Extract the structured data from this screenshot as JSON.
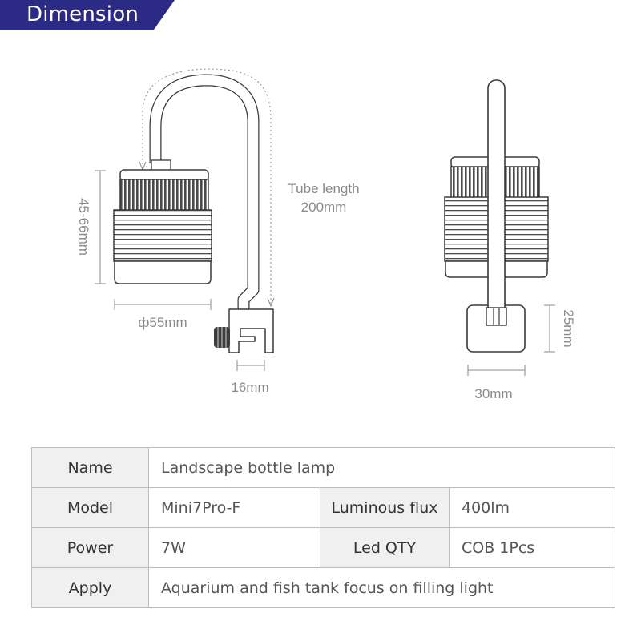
{
  "header": {
    "title": "Dimension"
  },
  "labels": {
    "tube_length_line1": "Tube length",
    "tube_length_line2": "200mm",
    "height_range": "45-66mm",
    "diameter": "ф55mm",
    "clamp_width": "16mm",
    "base_height": "25mm",
    "base_width": "30mm"
  },
  "specs": {
    "name_key": "Name",
    "name_value": "Landscape bottle lamp",
    "model_key": "Model",
    "model_value": "Mini7Pro-F",
    "flux_key": "Luminous flux",
    "flux_value": "400lm",
    "power_key": "Power",
    "power_value": "7W",
    "led_key": "Led QTY",
    "led_value": "COB 1Pcs",
    "apply_key": "Apply",
    "apply_value": "Aquarium and fish tank focus on filling light"
  },
  "colors": {
    "banner": "#2b2a84",
    "key_cell": "#f0f0f0",
    "line": "#bdbdbd"
  }
}
